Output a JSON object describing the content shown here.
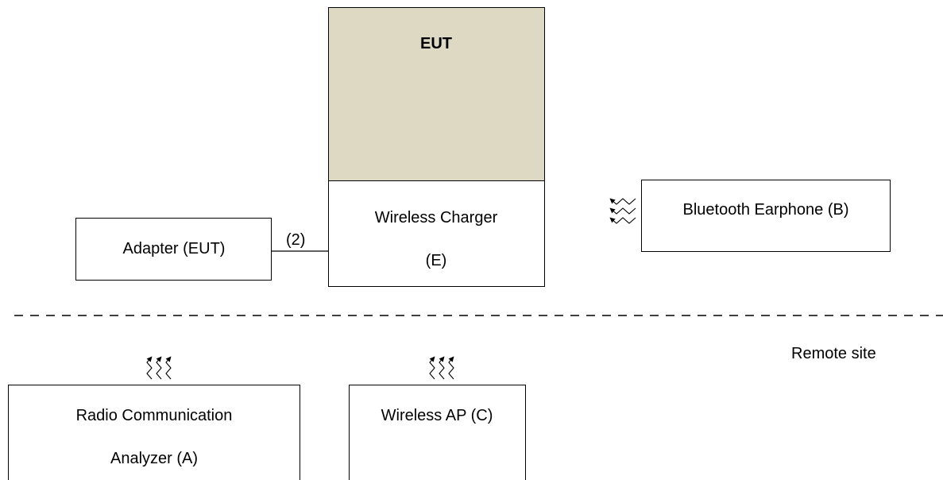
{
  "eut_title": "EUT",
  "wireless_charger": {
    "line1": "Wireless Charger",
    "line2": "(E)"
  },
  "adapter": "Adapter (EUT)",
  "cable_label": "(2)",
  "bluetooth_earphone": "Bluetooth Earphone (B)",
  "remote_site": "Remote site",
  "radio_analyzer": {
    "line1": "Radio Communication",
    "line2": "Analyzer (A)"
  },
  "wireless_ap": "Wireless AP (C)",
  "colors": {
    "eut_fill": "#ddd9c3",
    "line": "#000000"
  }
}
